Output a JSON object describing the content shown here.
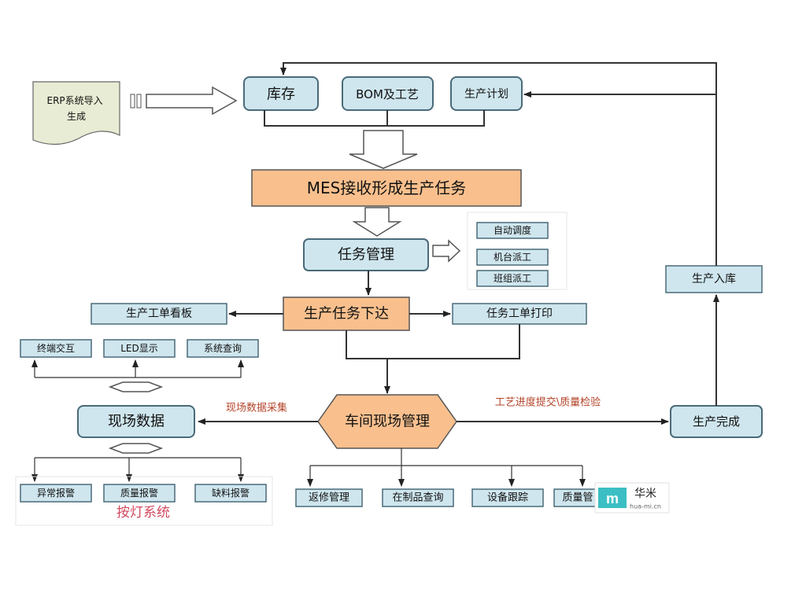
{
  "diagram": {
    "erp_import": "ERP系统导入\n生成",
    "nodes": {
      "inventory": "库存",
      "bom": "BOM及工艺",
      "plan": "生产计划",
      "mes": "MES接收形成生产任务",
      "task_mgmt": "任务管理",
      "auto_dispatch": "自动调度",
      "machine_dispatch": "机台派工",
      "team_dispatch": "班组派工",
      "board": "生产工单看板",
      "task_release": "生产任务下达",
      "print": "任务工单打印",
      "terminal": "终端交互",
      "led": "LED显示",
      "query": "系统查询",
      "onsite_data": "现场数据",
      "workshop": "车间现场管理",
      "complete": "生产完成",
      "warehouse_in": "生产入库",
      "abnormal": "异常报警",
      "quality_alarm": "质量报警",
      "shortage": "缺料报警",
      "rework": "返修管理",
      "wip": "在制品查询",
      "equipment": "设备跟踪",
      "quality_mgmt": "质量管"
    },
    "labels": {
      "collect": "现场数据采集",
      "progress": "工艺进度提交\\质量检验",
      "andon": "按灯系统"
    },
    "watermark": {
      "brand": "华米",
      "url": "hua-mi.cn"
    }
  },
  "colors": {
    "box_fill": "#cfe6ee",
    "highlight_fill": "#f9c08e",
    "watermark": "#3bbfc4"
  }
}
